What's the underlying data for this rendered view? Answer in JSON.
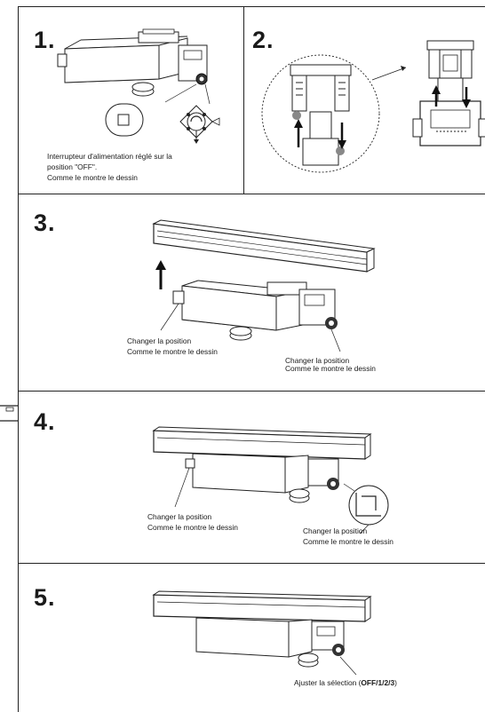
{
  "steps": {
    "s1": {
      "number": "1.",
      "caption_line1": "Interrupteur d'alimentation réglé sur la",
      "caption_line2": "position \"OFF\".",
      "caption_line3": "Comme le montre le dessin"
    },
    "s2": {
      "number": "2."
    },
    "s3": {
      "number": "3.",
      "left_line1": "Changer la position",
      "left_line2": "Comme le montre le dessin",
      "right_line1": "Changer la position",
      "right_line2": "Comme le montre le dessin"
    },
    "s4": {
      "number": "4.",
      "left_line1": "Changer la position",
      "left_line2": "Comme le montre le dessin",
      "right_line1": "Changer la position",
      "right_line2": "Comme le montre le dessin"
    },
    "s5": {
      "number": "5.",
      "caption_prefix": "Ajuster la sélection (",
      "caption_bold": "OFF/1/2/3",
      "caption_suffix": ")"
    }
  }
}
